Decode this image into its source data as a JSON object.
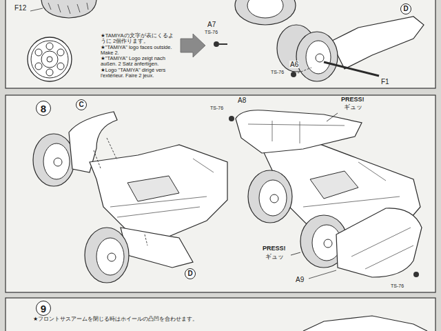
{
  "diagram": {
    "nodes": [
      {
        "text": [
          "D"
        ]
      },
      {
        "text": [
          "8"
        ]
      },
      {
        "text": [
          "C"
        ]
      },
      {
        "text": [
          "D"
        ]
      },
      {
        "text": [
          "9"
        ]
      }
    ],
    "labels": [
      "F12",
      "A7",
      "TS-76",
      "★TAMIYAの文字が表にくるように 2個作ります。",
      "★\"TAMIYA\" logo faces outside. Make 2.",
      "★\"TAMIYA\" Logo zeigt nach außen. 2 Satz anfertigen.",
      "★Logo \"TAMIYA\" dirigé vers l'extérieur. Faire 2 jeux.",
      "A6",
      "TS-76",
      "F1",
      "A8",
      "TS-76",
      "PRESS!",
      "ギュッ",
      "PRESS!",
      "ギュッ",
      "A9",
      "TS-76",
      "★フロントサスアームを閉じる時はホイールの凸凹を合わせます。"
    ]
  }
}
